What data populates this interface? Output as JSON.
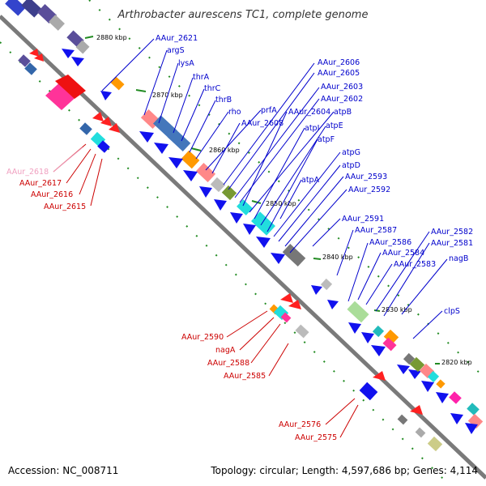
{
  "title": "Arthrobacter aurescens TC1, complete genome",
  "footer": {
    "accession": "Accession: NC_008711",
    "topology": "Topology: circular; Length: 4,597,686 bp; Genes: 4,114"
  },
  "ticks": [
    "2880 kbp",
    "2870 kbp",
    "2860 kbp",
    "2850 kbp",
    "2840 kbp",
    "2830 kbp",
    "2820 kbp"
  ],
  "colors": {
    "forward_label": "#0000cc",
    "reverse_label": "#cc0000",
    "faded_label": "#f0a0c0",
    "backbone": "#888888",
    "tick_mark": "#228b22"
  },
  "forward_labels": [
    "AAur_2621",
    "argS",
    "lysA",
    "thrA",
    "thrC",
    "thrB",
    "rho",
    "prfA",
    "AAur_2608",
    "AAur_2606",
    "AAur_2605",
    "AAur_2603",
    "AAur_2602",
    "AAur_2604",
    "atpB",
    "atpI",
    "atpE",
    "atpF",
    "atpG",
    "atpD",
    "AAur_2593",
    "atpA",
    "AAur_2592",
    "AAur_2591",
    "AAur_2587",
    "AAur_2586",
    "AAur_2584",
    "AAur_2583",
    "AAur_2582",
    "AAur_2581",
    "nagB",
    "clpS"
  ],
  "reverse_labels": [
    "AAur_2618",
    "AAur_2617",
    "AAur_2616",
    "AAur_2615",
    "AAur_2590",
    "nagA",
    "AAur_2588",
    "AAur_2585",
    "AAur_2576",
    "AAur_2575"
  ]
}
